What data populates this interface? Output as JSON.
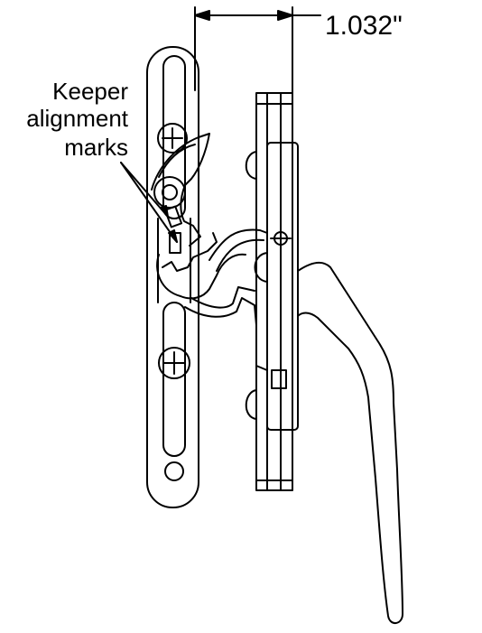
{
  "dimension": {
    "value_text": "1.032\""
  },
  "callout": {
    "lines": [
      "Keeper",
      "alignment",
      "marks"
    ]
  },
  "colors": {
    "line": "#000000",
    "background": "#ffffff"
  },
  "icons": [
    "screw-head-icon",
    "dimension-arrow-icon"
  ]
}
